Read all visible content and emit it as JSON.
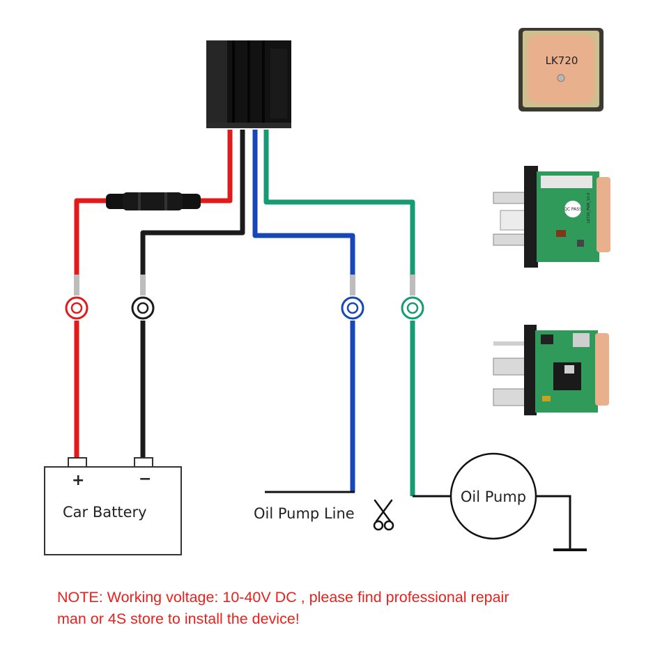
{
  "colors": {
    "red_wire": "#e01b1b",
    "black_wire": "#1b1b1b",
    "blue_wire": "#1746b8",
    "green_wire": "#169a72",
    "note_text": "#e8211c",
    "antenna": "#e8b08c",
    "pcb": "#2f9a5a"
  },
  "battery": {
    "label": "Car Battery",
    "plus": "+",
    "minus": "−"
  },
  "oil_pump_line": {
    "label": "Oil Pump Line",
    "cut_icon": "scissors-icon"
  },
  "oil_pump": {
    "label": "Oil Pump"
  },
  "photos": {
    "antenna_text": "LK720",
    "pcb_text_1": "QC PASS",
    "pcb_text_2": "LK720_PWR_V2.0"
  },
  "note": {
    "line1": "NOTE: Working voltage: 10-40V DC , please find professional repair",
    "line2": "man or 4S store to install the device!"
  }
}
